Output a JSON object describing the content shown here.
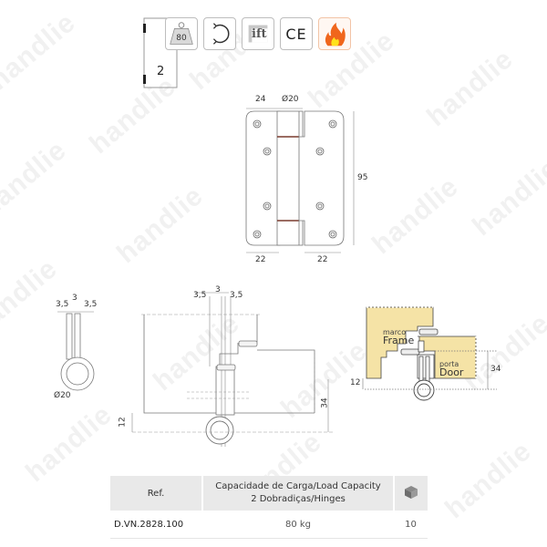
{
  "watermark": {
    "text": "handlie"
  },
  "icons": {
    "hinges_count": "2",
    "load_weight": "80",
    "rotation": "rotation-icon",
    "ift": "ift",
    "ce": "CE",
    "fire": "fire-icon"
  },
  "front_view": {
    "dim_top_left": "24",
    "dim_top_diam": "Ø20",
    "dim_height": "95",
    "dim_bottom_left": "22",
    "dim_bottom_right": "22"
  },
  "knuckle_detail": {
    "dim_left": "3,5",
    "dim_mid": "3",
    "dim_right": "3,5",
    "diameter": "Ø20"
  },
  "section_view": {
    "dim_left": "3,5",
    "dim_mid": "3",
    "dim_right": "3,5",
    "dim_vertical_right": "34",
    "dim_bottom_left": "12"
  },
  "installation_view": {
    "frame_label_pt": "marco",
    "frame_label_en": "Frame",
    "door_label_pt": "porta",
    "door_label_en": "Door",
    "dim_right": "34",
    "dim_left": "12",
    "fill_color": "#f5e3a6"
  },
  "table": {
    "headers": {
      "ref": "Ref.",
      "capacity_line1": "Capacidade de Carga/Load Capacity",
      "capacity_line2": "2 Dobradiças/Hinges",
      "pack_icon": "box-icon"
    },
    "rows": [
      {
        "ref": "D.VN.2828.100",
        "capacity": "80 kg",
        "qty": "10"
      }
    ]
  }
}
